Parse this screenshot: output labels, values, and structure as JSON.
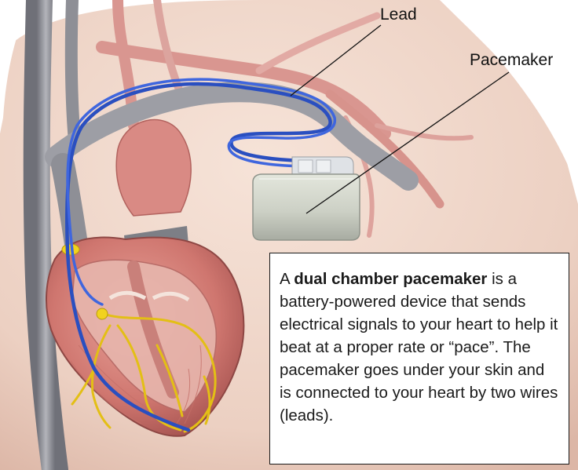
{
  "labels": {
    "lead": "Lead",
    "pacemaker": "Pacemaker"
  },
  "info": {
    "prefix": "A ",
    "emphasis": "dual chamber pacemaker",
    "body": " is a battery-powered device that sends electrical signals to your heart to help it beat at a proper rate or “pace”. The pacemaker goes under your skin and is connected to your heart by two wires (leads)."
  },
  "colors": {
    "skin": "#efd6c8",
    "heart": "#d9807a",
    "vessel": "#c98a85",
    "vein": "#8e8f96",
    "lead_wire": "#2a4fc0",
    "conduction": "#e6c21a",
    "device": "#cfd2c8"
  }
}
